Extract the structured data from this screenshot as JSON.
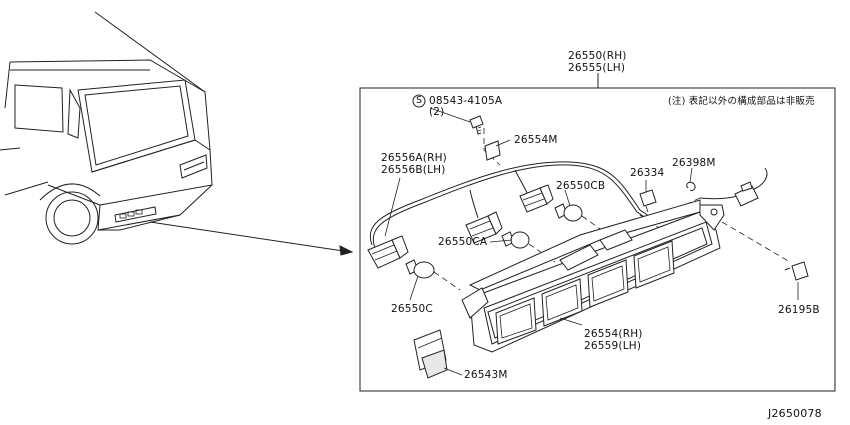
{
  "diagram": {
    "group_label_rh": "26550(RH)",
    "group_label_lh": "26555(LH)",
    "note": "(注) 表記以外の構成部品は非販売",
    "screw_symbol": "S",
    "screw_part": "08543-4105A",
    "screw_qty": "(2)",
    "parts": {
      "bracket": "26554M",
      "socket_harness_rh": "26556A(RH)",
      "socket_harness_lh": "26556B(LH)",
      "bulb_b": "26550CB",
      "clip_a": "26334",
      "clip_b": "26398M",
      "bulb_a": "26550CA",
      "bulb_c": "26550C",
      "lens_rh": "26554(RH)",
      "lens_lh": "26559(LH)",
      "bolt": "26195B",
      "pad": "26543M"
    },
    "diagram_id": "J2650078"
  }
}
